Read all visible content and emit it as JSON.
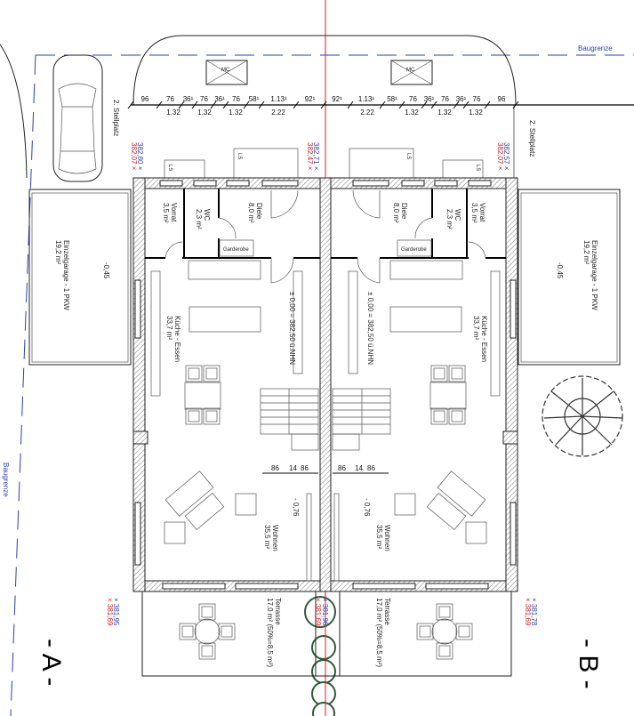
{
  "plan": {
    "baugrenze_top": "Baugrenze",
    "baugrenze_left": "Baugrenze",
    "stellplatz_left": "2. Stellplatz",
    "stellplatz_right": "2. Stellplatz",
    "mc_label": "MC",
    "ls_label": "LS",
    "section_a": "- A -",
    "section_b": "- B -",
    "colors": {
      "elev_blue": "#2a3fb0",
      "elev_red": "#d02020",
      "axis_red": "#d02020",
      "baugrenze": "#2a3fb0"
    }
  },
  "dimensions": {
    "top": [
      "96",
      "76",
      "36¹",
      "76",
      "36¹",
      "76",
      "58¹",
      "1.13¹",
      "92¹",
      "92¹",
      "1.13¹",
      "58¹",
      "76",
      "36¹",
      "76",
      "36¹",
      "76",
      "96"
    ],
    "bottom": [
      "1.32",
      "1.32",
      "1.32",
      "2.22",
      "2.22",
      "1.32",
      "1.32",
      "1.32"
    ],
    "stair": [
      "86",
      "14",
      "86"
    ]
  },
  "elevations": {
    "top_left": {
      "blue": "382,80 ×",
      "red": "382,07 ×"
    },
    "top_center": {
      "blue": "382,71 ×",
      "red": "382,47 ×"
    },
    "top_right": {
      "blue": "382,57 ×",
      "red": "382,07 ×"
    },
    "bottom_left": {
      "blue": "× 381,95",
      "red": "× 381,69"
    },
    "bottom_center": {
      "blue": "× 381,96",
      "red": "× 381,69"
    },
    "bottom_right": {
      "blue": "× 381,78",
      "red": "× 381,69"
    }
  },
  "rooms": {
    "vorrat": {
      "name": "Vorrat",
      "area": "3,5 m²"
    },
    "wc": {
      "name": "WC",
      "area": "2,3 m²"
    },
    "diele": {
      "name": "Diele",
      "area": "8,0 m²"
    },
    "garderobe": "Garderobe",
    "kueche": {
      "name": "Küche - Essen",
      "area": "33,7 m²"
    },
    "level_ground": "± 0,00 = 382,50 ü.NHN",
    "wohnen": {
      "name": "Wohnen",
      "area": "35,5 m²"
    },
    "level_wohnen": "- 0,76",
    "terrasse": {
      "name": "Terrasse",
      "area": "17,0 m² (50%=8,5 m²)"
    },
    "garage": {
      "name": "Einzelgarage - 1 PKW",
      "area": "19,2 m²"
    },
    "level_garage": "-0,45"
  }
}
